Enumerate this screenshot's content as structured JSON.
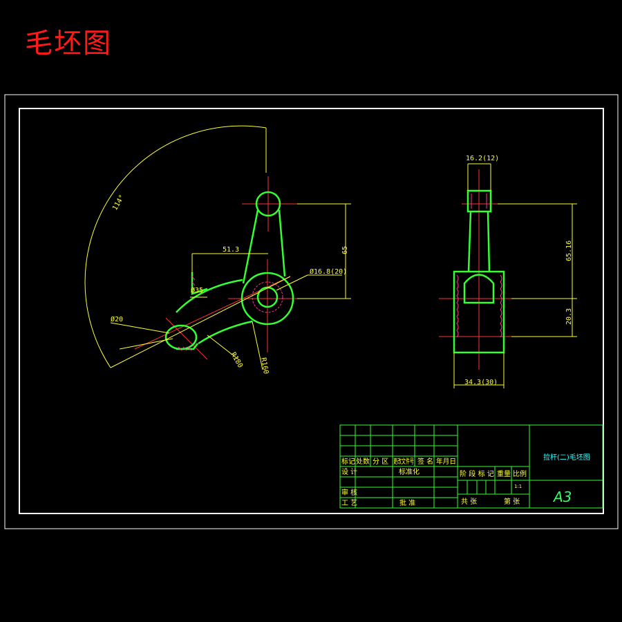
{
  "page_title": "毛坯图",
  "front_view": {
    "dim_angle": "114°",
    "dim_width": "51.3",
    "dim_height": "65",
    "dim_bore": "Ø16.8(20)",
    "dim_boss": "Ø35",
    "dim_small_end": "Ø20",
    "dim_radius_1": "R180",
    "dim_radius_2": "R160"
  },
  "side_view": {
    "dim_top_width": "16.2(12)",
    "dim_height_upper": "65.16",
    "dim_height_lower": "20.3",
    "dim_bottom_width": "34.3(30)"
  },
  "title_block": {
    "hdr_mark": "标记",
    "hdr_count": "处数",
    "hdr_zone": "分 区",
    "hdr_doc": "更改文件号",
    "hdr_sign": "签 名",
    "hdr_date": "年月日",
    "design": "设 计",
    "standardize": "标准化",
    "review": "审 核",
    "process": "工 艺",
    "approve": "批 准",
    "stage_mark": "阶 段 标 记",
    "weight": "重量",
    "scale": "比例",
    "scale_value": "1:1",
    "total_sheets": "共   张",
    "sheet_no": "第   张",
    "drawing_name": "拉杆(二)毛坯图",
    "paper_size": "A3"
  },
  "colors": {
    "outline": "#33ff33",
    "dimension": "#ffff33",
    "center_line": "#ff3333",
    "section": "#ff3399",
    "frame": "#ffffff",
    "title": "#ff1a1a"
  }
}
